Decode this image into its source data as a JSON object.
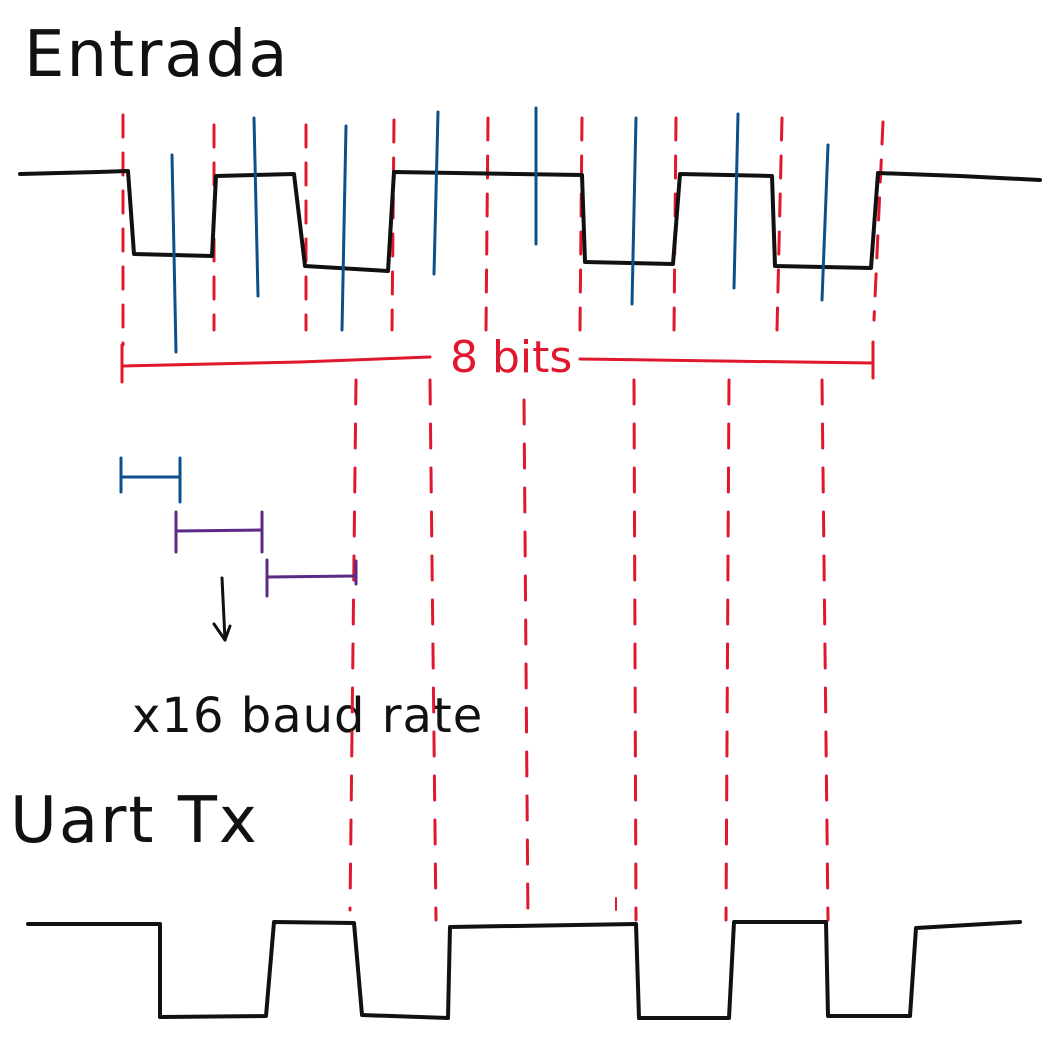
{
  "labels": {
    "input": "Entrada",
    "bits": "8 bits",
    "baud": "x16 baud rate",
    "output": "Uart Tx"
  },
  "colors": {
    "signal": "#111111",
    "dashed": "#e0182d",
    "sample": "#0d4f8b",
    "interval": "#5b2a86",
    "background": "#ffffff"
  }
}
